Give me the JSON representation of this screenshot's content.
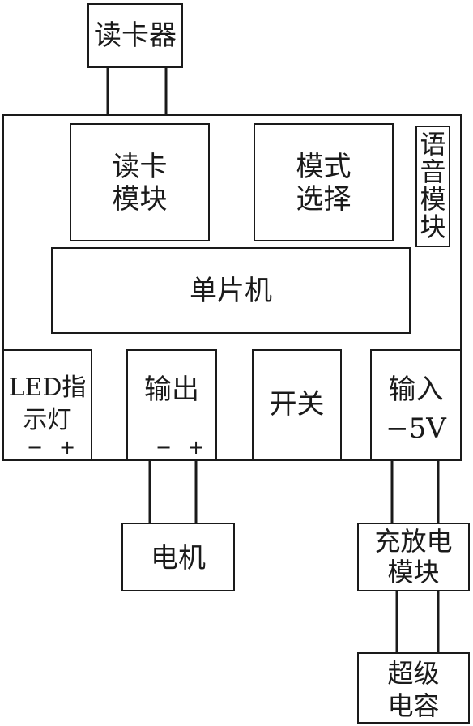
{
  "diagram": {
    "card_reader": "读卡器",
    "card_module": [
      "读卡",
      "模块"
    ],
    "mode_select": [
      "模式",
      "选择"
    ],
    "voice_module": [
      "语",
      "音",
      "模",
      "块"
    ],
    "mcu": "单片机",
    "led": [
      "LED指",
      "示灯"
    ],
    "led_minus": "−",
    "led_plus": "+",
    "output": "输出",
    "output_minus": "−",
    "output_plus": "+",
    "switch": "开关",
    "input": [
      "输入",
      "−5V"
    ],
    "motor": "电机",
    "charge_module": [
      "充放电",
      "模块"
    ],
    "supercap": [
      "超级",
      "电容"
    ]
  }
}
